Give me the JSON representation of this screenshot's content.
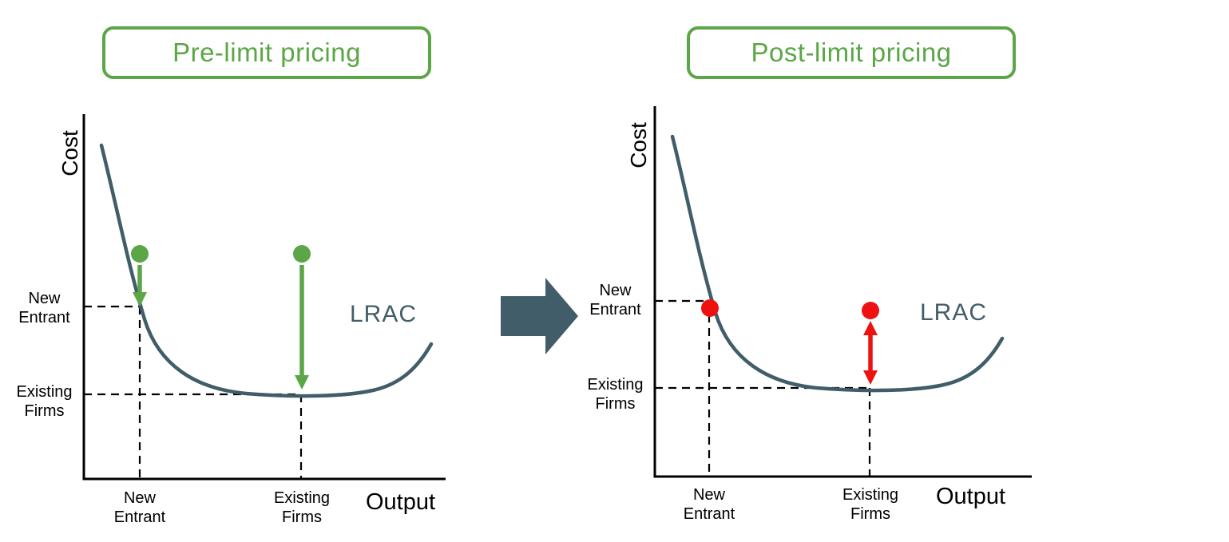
{
  "colors": {
    "accent_green": "#5BA646",
    "curve_slate": "#415D69",
    "marker_red": "#EE1111",
    "axis_black": "#000000"
  },
  "left_panel": {
    "title": "Pre-limit pricing",
    "cost_axis": "Cost",
    "output_axis": "Output",
    "curve_label": "LRAC",
    "y_label_new_entrant": "New\nEntrant",
    "y_label_existing_firms": "Existing\nFirms",
    "x_label_new_entrant": "New\nEntrant",
    "x_label_existing_firms": "Existing\nFirms"
  },
  "right_panel": {
    "title": "Post-limit pricing",
    "cost_axis": "Cost",
    "output_axis": "Output",
    "curve_label": "LRAC",
    "y_label_new_entrant": "New\nEntrant",
    "y_label_existing_firms": "Existing\nFirms",
    "x_label_new_entrant": "New\nEntrant",
    "x_label_existing_firms": "Existing\nFirms"
  }
}
